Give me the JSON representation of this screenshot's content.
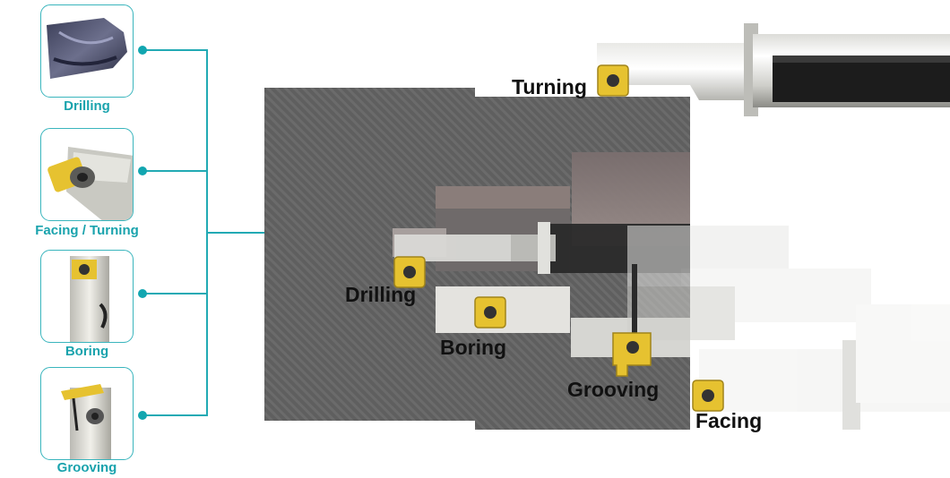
{
  "legend": {
    "items": [
      {
        "label": "Drilling",
        "icon": "drill-tool-icon"
      },
      {
        "label": "Facing / Turning",
        "icon": "turning-holder-icon"
      },
      {
        "label": "Boring",
        "icon": "boring-bar-icon"
      },
      {
        "label": "Grooving",
        "icon": "grooving-bar-icon"
      }
    ]
  },
  "diagram": {
    "labels": {
      "turning": "Turning",
      "drilling": "Drilling",
      "boring": "Boring",
      "grooving": "Grooving",
      "facing": "Facing"
    }
  },
  "colors": {
    "accent": "#12a6b0",
    "insert": "#e6c230",
    "workpiece": "#5f5f5f"
  }
}
